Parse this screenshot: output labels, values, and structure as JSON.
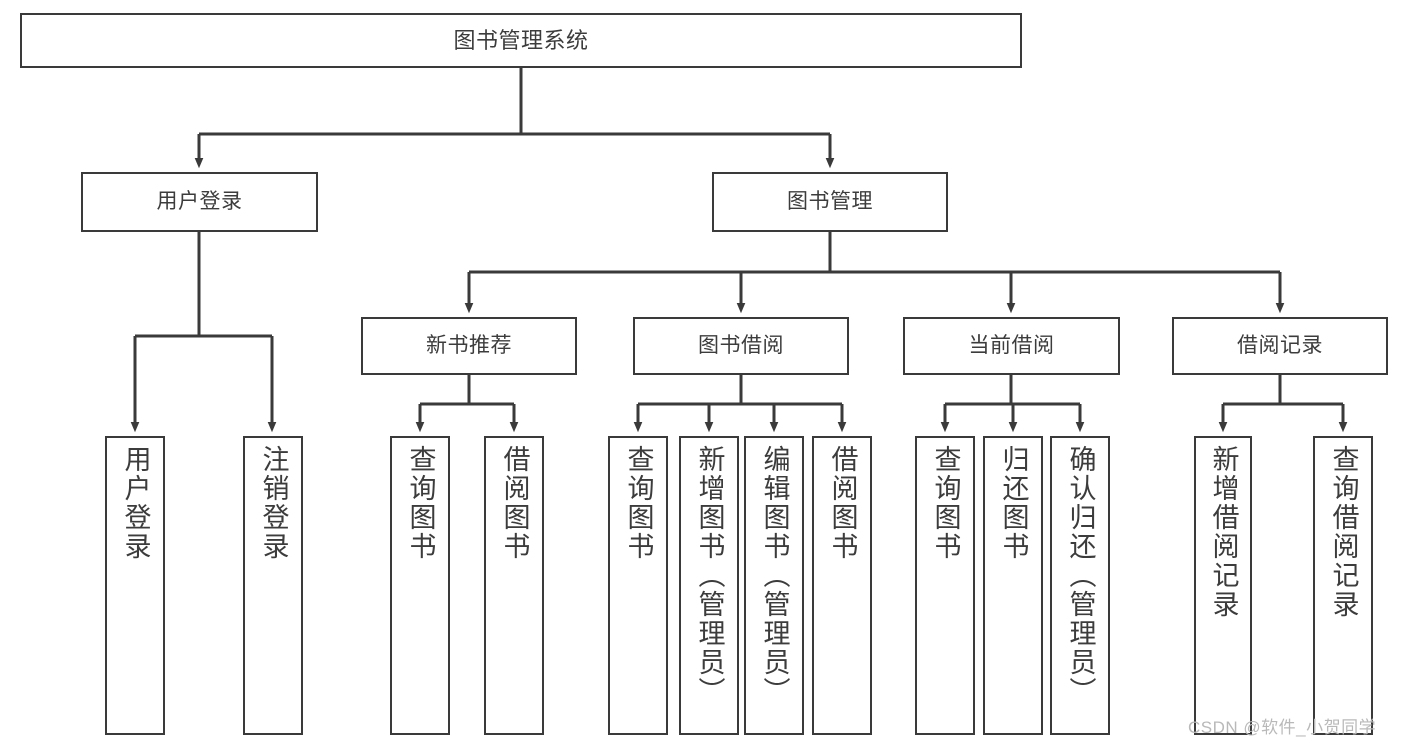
{
  "diagram": {
    "type": "tree-hierarchy-flowchart",
    "title": "图书管理系统",
    "watermark": "CSDN @软件_小贺同学",
    "colors": {
      "line": "#3a3a3a",
      "text": "#3c3c3c",
      "background": "#ffffff",
      "watermark": "#b9b9b9"
    },
    "nodes": {
      "root": "图书管理系统",
      "level1": [
        "用户登录",
        "图书管理"
      ],
      "level2": [
        "新书推荐",
        "图书借阅",
        "当前借阅",
        "借阅记录"
      ],
      "leaves": {
        "user_login": [
          "用户登录",
          "注销登录"
        ],
        "new_book_recommend": [
          "查询图书",
          "借阅图书"
        ],
        "book_borrow": [
          "查询图书",
          "新增图书（管理员）",
          "编辑图书（管理员）",
          "借阅图书"
        ],
        "current_borrow": [
          "查询图书",
          "归还图书",
          "确认归还（管理员）"
        ],
        "borrow_record": [
          "新增借阅记录",
          "查询借阅记录"
        ]
      }
    }
  }
}
